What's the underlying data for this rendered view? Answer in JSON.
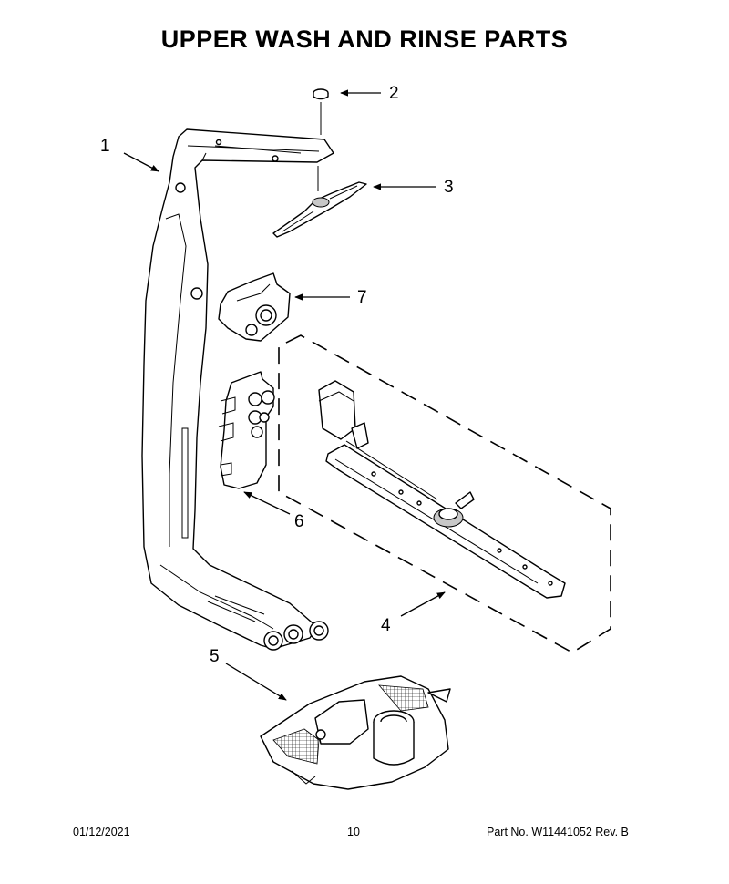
{
  "title": "UPPER WASH AND RINSE PARTS",
  "callouts": {
    "c1": "1",
    "c2": "2",
    "c3": "3",
    "c4": "4",
    "c5": "5",
    "c6": "6",
    "c7": "7"
  },
  "footer": {
    "date": "01/12/2021",
    "page": "10",
    "part_no": "Part No.  W11441052  Rev.  B"
  }
}
